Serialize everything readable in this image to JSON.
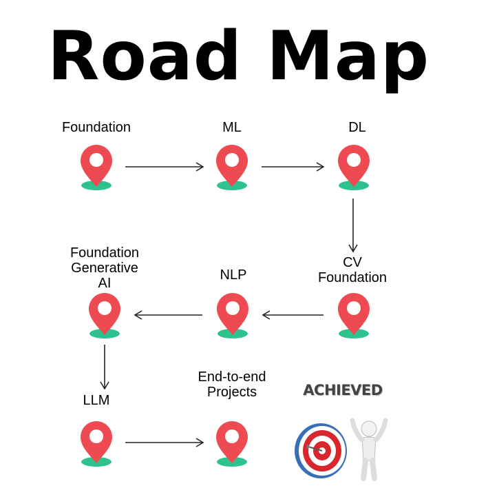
{
  "title": "Road Map",
  "colors": {
    "pin": "#ee4a52",
    "pin_base": "#2ec38e",
    "arrow": "#222222",
    "target_red": "#d9262c",
    "target_blue": "#3a6fb5"
  },
  "steps": [
    {
      "id": "foundation",
      "label": "Foundation"
    },
    {
      "id": "ml",
      "label": "ML"
    },
    {
      "id": "dl",
      "label": "DL"
    },
    {
      "id": "cv",
      "label": "CV\nFoundation"
    },
    {
      "id": "nlp",
      "label": "NLP"
    },
    {
      "id": "gen-ai",
      "label": "Foundation\nGenerative\nAI"
    },
    {
      "id": "llm",
      "label": "LLM"
    },
    {
      "id": "projects",
      "label": "End-to-end\nProjects"
    }
  ],
  "badge": {
    "text": "ACHIEVED",
    "icon": "target-person-icon"
  }
}
